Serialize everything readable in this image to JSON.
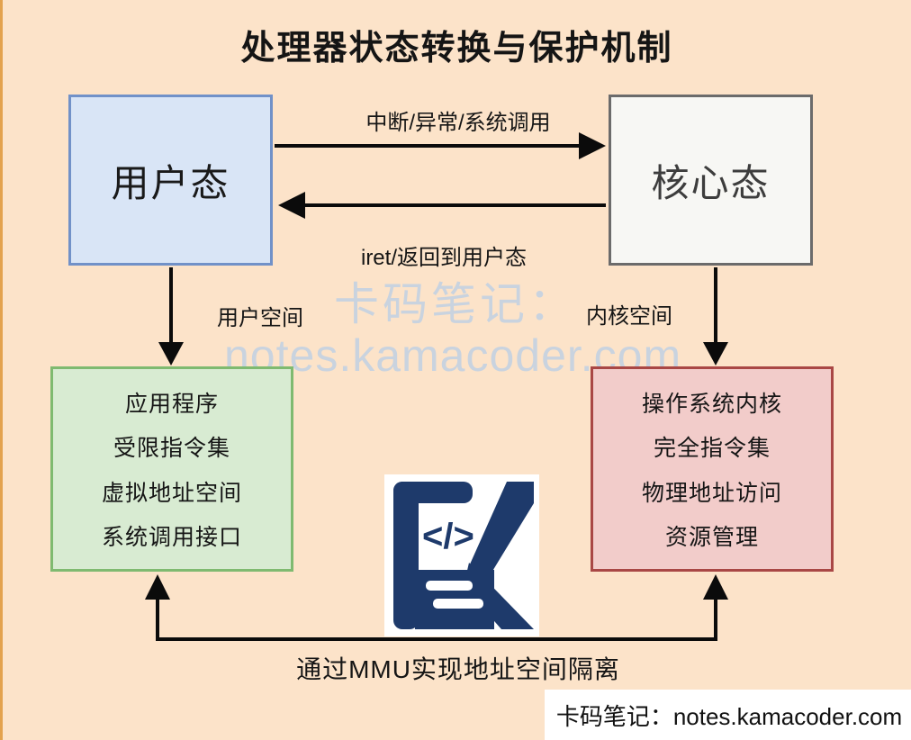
{
  "page": {
    "background_color": "#FCE3C9",
    "left_edge_color": "#E3A24E"
  },
  "title": "处理器状态转换与保护机制",
  "watermark": {
    "line1": "卡码笔记：",
    "line2": "notes.kamacoder.com",
    "color": "#C9D3DF"
  },
  "states": {
    "user_mode": {
      "label": "用户态",
      "fill": "#D9E5F6",
      "border": "#7191C8"
    },
    "kernel_mode": {
      "label": "核心态",
      "fill": "#F7F7F4",
      "border": "#6B6B6B"
    }
  },
  "transitions": {
    "to_kernel_label": "中断/异常/系统调用",
    "to_user_label": "iret/返回到用户态"
  },
  "spaces": {
    "user_space_label": "用户空间",
    "kernel_space_label": "内核空间"
  },
  "user_box": {
    "fill": "#D8EBD2",
    "border": "#7FBA70",
    "items": [
      "应用程序",
      "受限指令集",
      "虚拟地址空间",
      "系统调用接口"
    ]
  },
  "kernel_box": {
    "fill": "#F2CCCA",
    "border": "#A94745",
    "items": [
      "操作系统内核",
      "完全指令集",
      "物理地址访问",
      "资源管理"
    ]
  },
  "mmu": {
    "label": "通过MMU实现地址空间隔离"
  },
  "logo": {
    "name": "kamacoder-logo",
    "color": "#1E3A6B"
  },
  "footer": {
    "text": "卡码笔记：notes.kamacoder.com"
  }
}
